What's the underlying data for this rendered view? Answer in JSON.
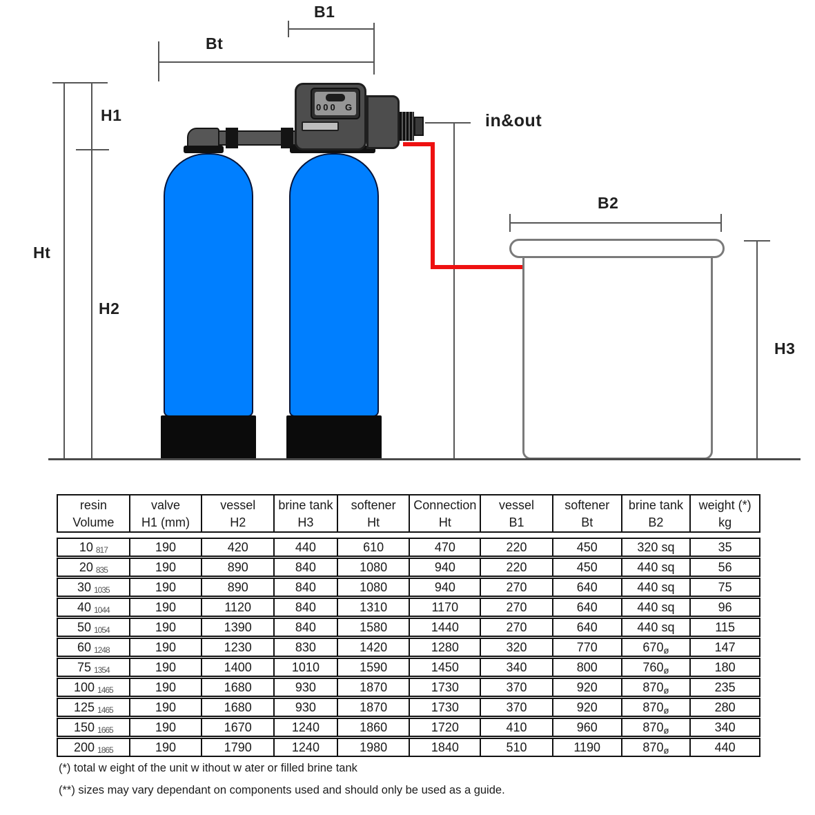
{
  "diagram": {
    "dim_labels": {
      "b1": "B1",
      "bt": "Bt",
      "h1": "H1",
      "ht": "Ht",
      "h2": "H2",
      "b2": "B2",
      "h3": "H3",
      "inout": "in&out"
    },
    "valve": {
      "digits": "000",
      "letter": "G"
    },
    "colors": {
      "vessel_blue": "#007fff",
      "pipe_red": "#ee1111",
      "valve_gray": "#4d4d4d",
      "line_gray": "#555555"
    }
  },
  "table": {
    "headers": [
      {
        "line1": "resin",
        "line2": "Volume"
      },
      {
        "line1": "valve",
        "line2": "H1 (mm)"
      },
      {
        "line1": "vessel",
        "line2": "H2"
      },
      {
        "line1": "brine tank",
        "line2": "H3"
      },
      {
        "line1": "softener",
        "line2": "Ht"
      },
      {
        "line1": "Connection",
        "line2": "Ht"
      },
      {
        "line1": "vessel",
        "line2": "B1"
      },
      {
        "line1": "softener",
        "line2": "Bt"
      },
      {
        "line1": "brine tank",
        "line2": "B2"
      },
      {
        "line1": "weight (*)",
        "line2": "kg"
      }
    ],
    "rows": [
      {
        "volume": "10",
        "code": "817",
        "values": [
          "190",
          "420",
          "440",
          "610",
          "470",
          "220",
          "450",
          "320 sq",
          "35"
        ]
      },
      {
        "volume": "20",
        "code": "835",
        "values": [
          "190",
          "890",
          "840",
          "1080",
          "940",
          "220",
          "450",
          "440 sq",
          "56"
        ]
      },
      {
        "volume": "30",
        "code": "1035",
        "values": [
          "190",
          "890",
          "840",
          "1080",
          "940",
          "270",
          "640",
          "440 sq",
          "75"
        ]
      },
      {
        "volume": "40",
        "code": "1044",
        "values": [
          "190",
          "1120",
          "840",
          "1310",
          "1170",
          "270",
          "640",
          "440 sq",
          "96"
        ]
      },
      {
        "volume": "50",
        "code": "1054",
        "values": [
          "190",
          "1390",
          "840",
          "1580",
          "1440",
          "270",
          "640",
          "440 sq",
          "115"
        ]
      },
      {
        "volume": "60",
        "code": "1248",
        "values": [
          "190",
          "1230",
          "830",
          "1420",
          "1280",
          "320",
          "770",
          "670ø",
          "147"
        ]
      },
      {
        "volume": "75",
        "code": "1354",
        "values": [
          "190",
          "1400",
          "1010",
          "1590",
          "1450",
          "340",
          "800",
          "760ø",
          "180"
        ]
      },
      {
        "volume": "100",
        "code": "1465",
        "values": [
          "190",
          "1680",
          "930",
          "1870",
          "1730",
          "370",
          "920",
          "870ø",
          "235"
        ]
      },
      {
        "volume": "125",
        "code": "1465",
        "values": [
          "190",
          "1680",
          "930",
          "1870",
          "1730",
          "370",
          "920",
          "870ø",
          "280"
        ]
      },
      {
        "volume": "150",
        "code": "1665",
        "values": [
          "190",
          "1670",
          "1240",
          "1860",
          "1720",
          "410",
          "960",
          "870ø",
          "340"
        ]
      },
      {
        "volume": "200",
        "code": "1865",
        "values": [
          "190",
          "1790",
          "1240",
          "1980",
          "1840",
          "510",
          "1190",
          "870ø",
          "440"
        ]
      }
    ],
    "footnotes": [
      "(*) total w eight of the unit w ithout w ater or filled brine tank",
      "(**) sizes may vary dependant on components used and should only be used as a guide."
    ]
  }
}
